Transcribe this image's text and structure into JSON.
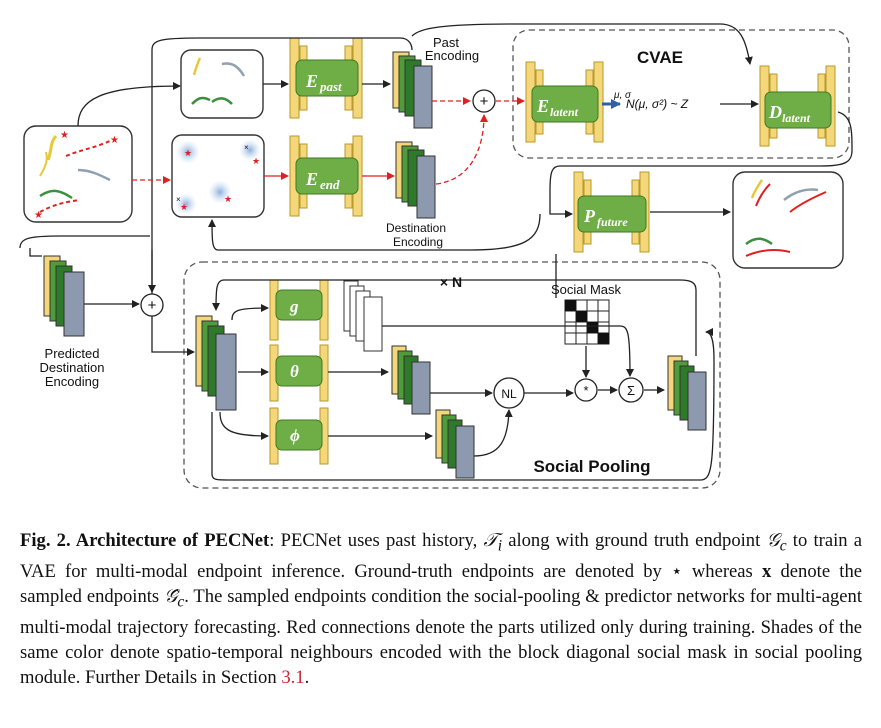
{
  "figure": {
    "labels": {
      "past_encoding_1": "Past",
      "past_encoding_2": "Encoding",
      "destination_encoding_1": "Destination",
      "destination_encoding_2": "Encoding",
      "predicted_destination_encoding_1": "Predicted",
      "predicted_destination_encoding_2": "Destination",
      "predicted_destination_encoding_3": "Encoding",
      "cvae": "CVAE",
      "social_mask": "Social Mask",
      "social_pooling": "Social Pooling",
      "times_n": "× N",
      "mu_sigma": "μ, σ",
      "normal_z": "N(μ, σ²) ~ Z",
      "nl": "NL",
      "star_op": "*",
      "sum_op": "Σ",
      "plus": "+"
    },
    "modules": {
      "e_past_main": "E",
      "e_past_sub": "past",
      "e_end_main": "E",
      "e_end_sub": "end",
      "e_latent_main": "E",
      "e_latent_sub": "latent",
      "d_latent_main": "D",
      "d_latent_sub": "latent",
      "p_future_main": "P",
      "p_future_sub": "future",
      "g": "g",
      "theta": "θ",
      "phi": "ϕ"
    }
  },
  "caption": {
    "title": "Fig. 2. Architecture of PECNet",
    "line1_a": ": PECNet uses past history, ",
    "Ti": "𝒯",
    "Ti_sub": "i",
    "line1_b": " along with ground truth endpoint ",
    "Gc": "𝒢",
    "Gc_sub": "c",
    "line1_c": " to train a VAE for multi-modal endpoint inference. Ground-truth endpoints are denoted by ⋆ whereas ",
    "x_bold": "x",
    "line1_d": " denote the sampled endpoints ",
    "Gc_hat": "𝒢̂",
    "Gc_hat_sub": "c",
    "line1_e": ". The sampled endpoints condition the social-pooling & predictor networks for multi-agent multi-modal trajectory forecasting. Red connections denote the parts utilized only during training. Shades of the same color denote spatio-temporal neighbours encoded with the block diagonal social mask in social pooling module. Further Details in Section ",
    "section_ref": "3.1",
    "line1_f": "."
  }
}
